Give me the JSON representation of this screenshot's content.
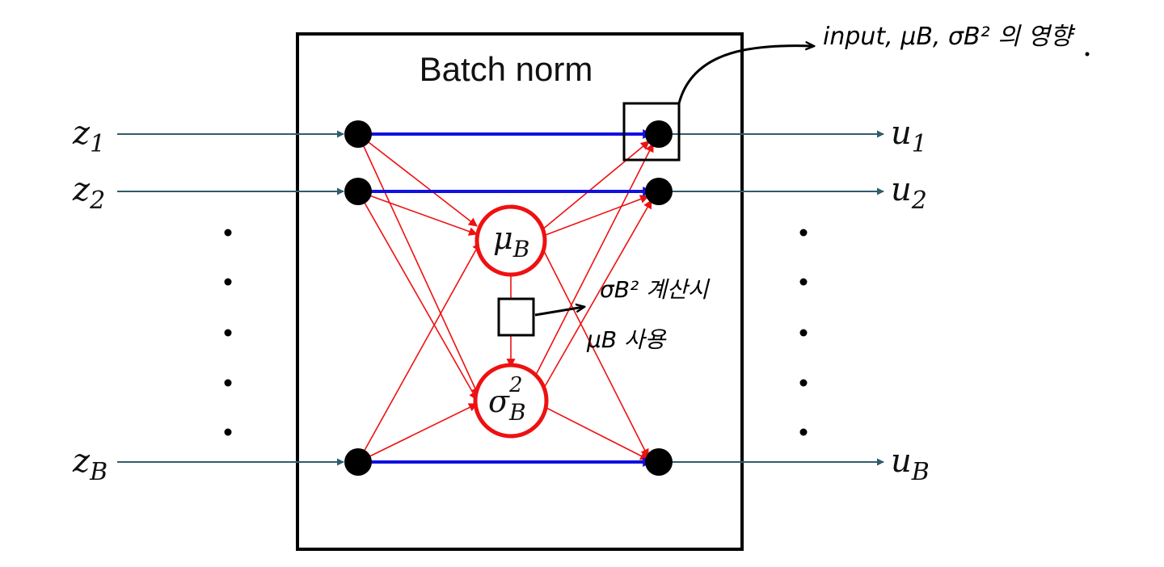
{
  "title": "Batch norm",
  "inputs": [
    {
      "base": "z",
      "sub": "1"
    },
    {
      "base": "z",
      "sub": "2"
    },
    {
      "base": "z",
      "sub": "B"
    }
  ],
  "outputs": [
    {
      "base": "u",
      "sub": "1"
    },
    {
      "base": "u",
      "sub": "2"
    },
    {
      "base": "u",
      "sub": "B"
    }
  ],
  "mean_node": {
    "base": "μ",
    "sub": "B"
  },
  "var_node": {
    "base": "σ",
    "sub": "B",
    "sup": "2"
  },
  "annotation_top": "input, μB, σB² 의 영향",
  "annotation_mid_line1": "σB² 계산시",
  "annotation_mid_line2": "μB 사용",
  "colors": {
    "frame": "#000000",
    "input_arrow": "#2f5d6b",
    "direct_edge": "#1010e0",
    "stat_edge": "#ee1111",
    "node": "#000000"
  }
}
